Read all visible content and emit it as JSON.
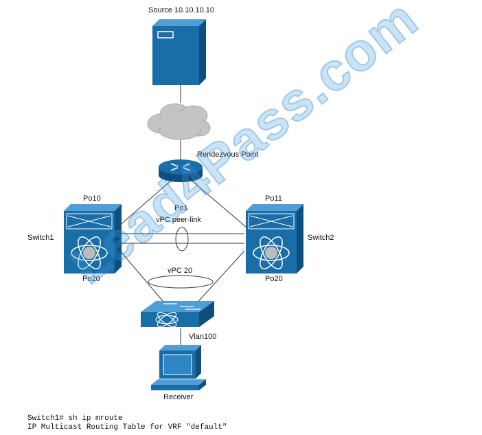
{
  "colors": {
    "device_blue": "#1a6ea8",
    "device_dark": "#0f4f7d",
    "cloud_gray": "#c9c9c9",
    "line": "#333333"
  },
  "icons": {
    "source": "server-icon",
    "cloud": "cloud-icon",
    "rp": "router-icon",
    "switch1": "nexus-switch-icon",
    "switch2": "nexus-switch-icon",
    "access": "layer3-switch-icon",
    "receiver": "workstation-icon"
  },
  "labels": {
    "source": "Source 10.10.10.10",
    "rp": "Rendezvous Point",
    "po10": "Po10",
    "po11": "Po11",
    "po1": "Po1",
    "peer_link": "vPC peer-link",
    "switch1": "Switch1",
    "switch2": "Switch2",
    "po20_left": "Po20",
    "po20_right": "Po20",
    "vpc20": "vPC 20",
    "vlan100": "Vlan100",
    "receiver": "Receiver"
  },
  "console": {
    "line1": "Switch1# sh ip mroute",
    "line2": "IP Multicast Routing Table for VRF \"default\""
  },
  "watermark": "Lead4Pass.com"
}
